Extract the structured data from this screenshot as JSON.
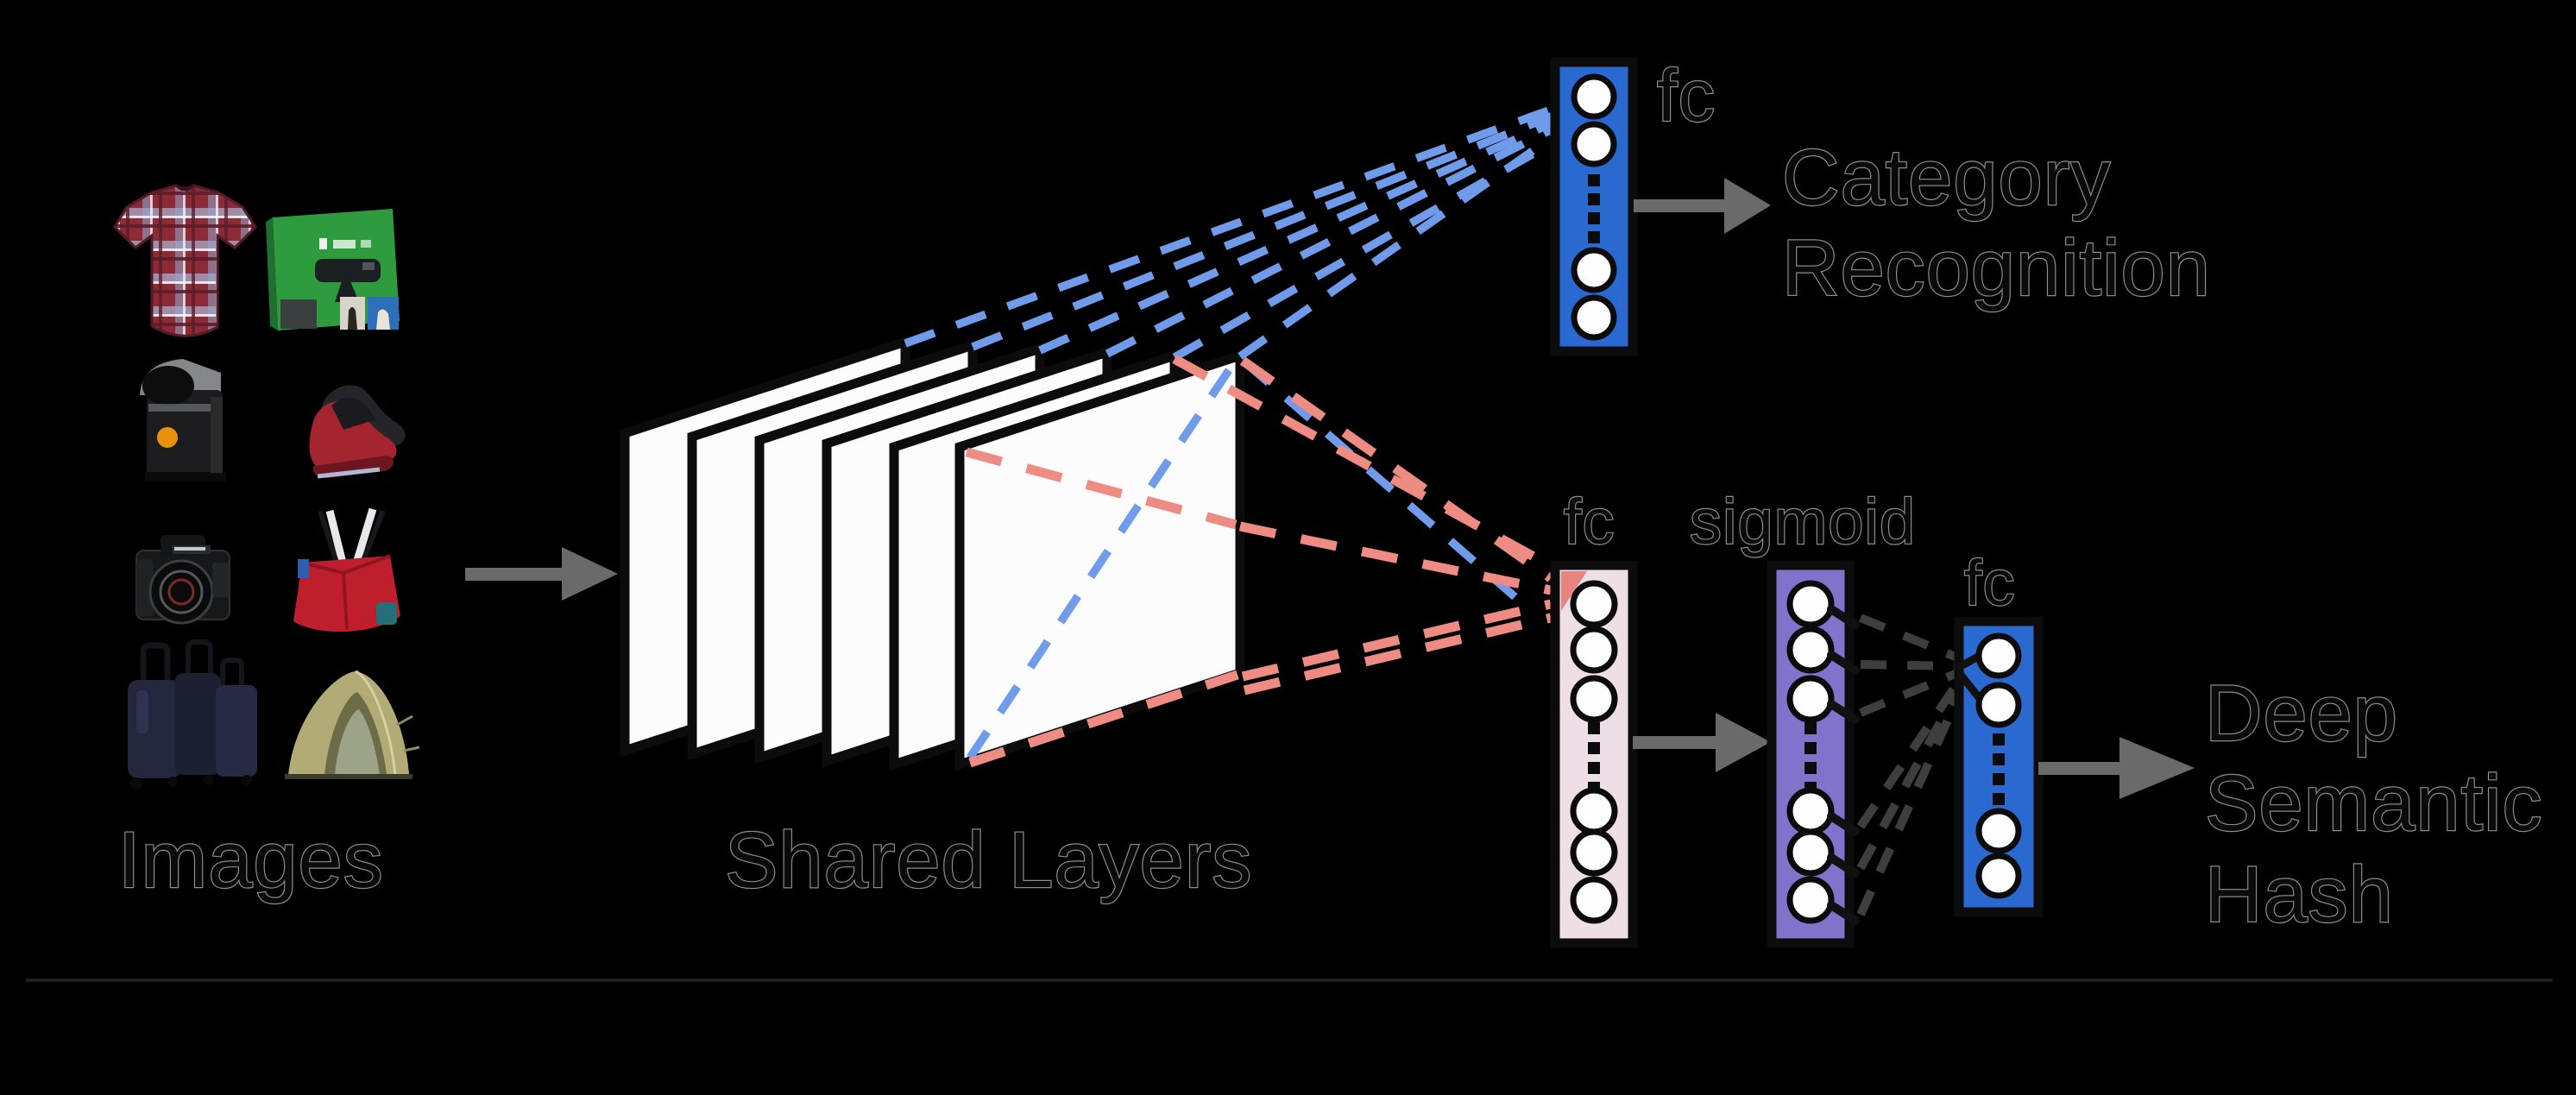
{
  "diagram": {
    "input": {
      "label": "Images",
      "products": [
        "plaid-shirt",
        "game-console-box",
        "coffee-machine",
        "red-sneakers",
        "dslr-camera",
        "red-handbag",
        "luggage-set",
        "camping-tent"
      ]
    },
    "backbone": {
      "label": "Shared Layers",
      "panel_count": 6
    },
    "category_branch": {
      "fc_label": "fc",
      "output_line1": "Category",
      "output_line2": "Recognition"
    },
    "hash_branch": {
      "fc1_label": "fc",
      "sigmoid_label": "sigmoid",
      "fc2_label": "fc",
      "output_line1": "Deep",
      "output_line2": "Semantic",
      "output_line3": "Hash"
    },
    "colors": {
      "background": "#000000",
      "fc_blue": "#2a69cf",
      "fc_pink": "#eedfe7",
      "sigmoid_purple": "#8172cc",
      "panel_fill": "#fcfcfc",
      "panel_border": "#0c0c0c",
      "category_dash_blue": "#6f9bea",
      "hash_dash_red": "#ee8c84",
      "inter_dash_dark": "#3e3e3e",
      "arrow_gray": "#6a6a6a",
      "node_fill": "#fdfdfd",
      "node_ring": "#0b0b0b",
      "baseline_rule": "#232323"
    }
  }
}
